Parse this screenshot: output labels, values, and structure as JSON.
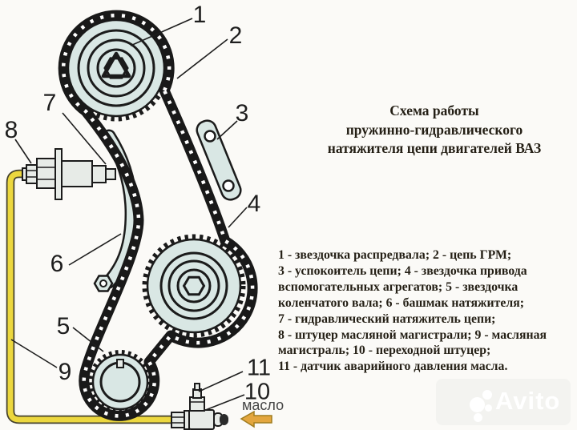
{
  "title": {
    "lines": [
      "Схема работы",
      "пружинно-гидравлического",
      "натяжителя цепи двигателей ВАЗ"
    ]
  },
  "legend": {
    "lines": [
      "1 - звездочка распредвала; 2 - цепь ГРМ;",
      "3 - успокоитель цепи; 4 - звездочка привода",
      "вспомогательных агрегатов; 5 - звездочка",
      "коленчатого вала; 6 - башмак натяжителя;",
      "7 - гидравлический натяжитель цепи;",
      "8 - штуцер масляной магистрали; 9 - масляная",
      "магистраль; 10 - переходной штуцер;",
      "11 - датчик аварийного давления масла."
    ]
  },
  "callouts": [
    {
      "n": "1"
    },
    {
      "n": "2"
    },
    {
      "n": "3"
    },
    {
      "n": "4"
    },
    {
      "n": "5"
    },
    {
      "n": "6"
    },
    {
      "n": "7"
    },
    {
      "n": "8"
    },
    {
      "n": "9"
    },
    {
      "n": "10"
    },
    {
      "n": "11"
    }
  ],
  "oil_flow_label": "масло",
  "watermark": {
    "text": "Avito"
  },
  "colors": {
    "background": "#fbfaf7",
    "sprocket_fill": "#d9e7e4",
    "chain": "#191919",
    "chain_link": "#ffffff",
    "oil_line": "#ecd73e",
    "oil_outline": "#45412c",
    "arrow": "#e3a63e",
    "text": "#241f15",
    "callout": "#1e1e1e",
    "wm_bg": "#f3f3f0",
    "wm_fg": "#ffffff"
  }
}
